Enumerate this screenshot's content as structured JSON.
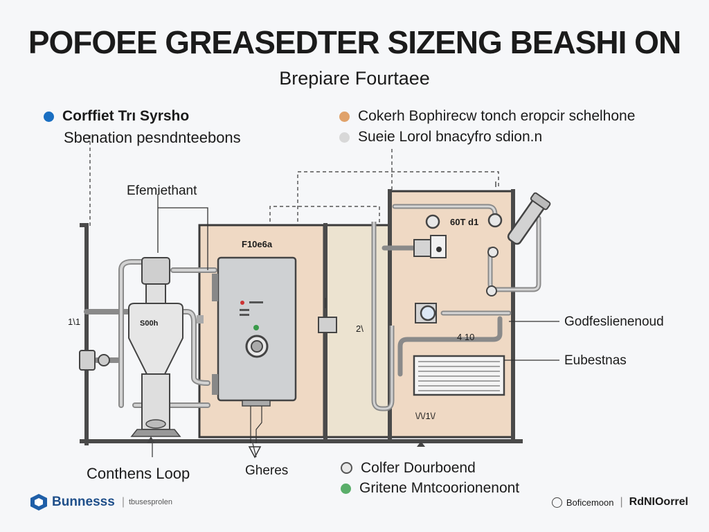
{
  "header": {
    "title": "POFOEE GREASEDTER SIZENG BEASHI ON",
    "subtitle": "Brepiare Fourtaee"
  },
  "legend_top_left": {
    "color": "#1a6fc2",
    "heading": "Corffiet Trı Syrsho",
    "text": "Sbenation pesndnteebons"
  },
  "legend_top_right": {
    "items": [
      {
        "color": "#e0a26a",
        "text": "Cokerh Bophirecw tonch eropcir schelhone"
      },
      {
        "color": "#d8d8d8",
        "text": "Sueie Lorol bnacyfro sdion.n"
      }
    ]
  },
  "labels": {
    "element": "Efemiethant",
    "panel_left": "F10e6a",
    "panel_right": "60T d1",
    "tank": "S00h",
    "side_left": "1\\1",
    "mid_num": "2\\",
    "right_num": "4 10",
    "bottom_num": "\\/\\/1\\/",
    "callout_1": "Godfeslienenoud",
    "callout_2": "Eubestnas",
    "bottom_left": "Conthens Loop",
    "bottom_center": "Gheres"
  },
  "legend_bottom": {
    "items": [
      {
        "color": "#e8e8e8",
        "text": "Colfer Dourboend"
      },
      {
        "color": "#5aae6a",
        "text": "Gritene Mntcoorionenont"
      }
    ]
  },
  "footer": {
    "brand": "Bunnesss",
    "brand_sub": "tbusesprolen",
    "right_a": "Boficemoon",
    "right_b": "RdNIOorrel"
  }
}
